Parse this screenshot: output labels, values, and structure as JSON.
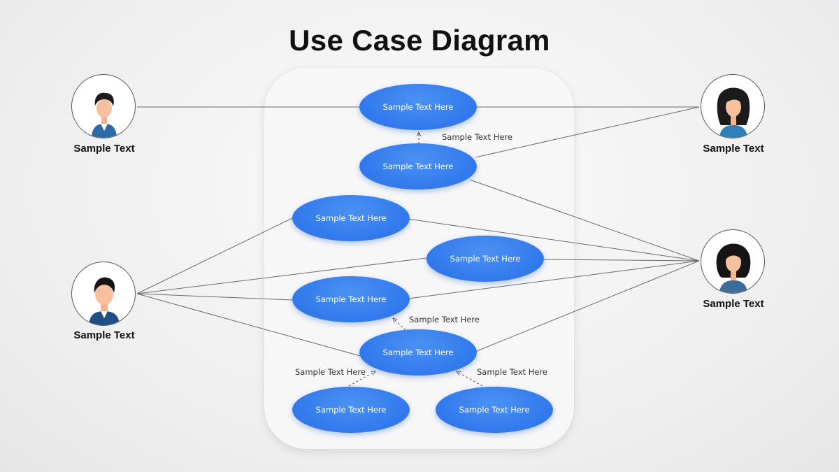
{
  "title": "Use Case Diagram",
  "use_cases": [
    {
      "label": "Sample Text Here"
    },
    {
      "label": "Sample Text Here"
    },
    {
      "label": "Sample Text Here"
    },
    {
      "label": "Sample Text Here"
    },
    {
      "label": "Sample Text Here"
    },
    {
      "label": "Sample Text Here"
    },
    {
      "label": "Sample Text Here"
    },
    {
      "label": "Sample Text Here"
    }
  ],
  "relations": [
    {
      "label": "Sample Text Here"
    },
    {
      "label": "Sample Text Here"
    },
    {
      "label": "Sample Text Here"
    },
    {
      "label": "Sample Text Here"
    }
  ],
  "actors": [
    {
      "label": "Sample Text",
      "icon": "man-avatar-icon"
    },
    {
      "label": "Sample Text",
      "icon": "man-avatar-icon"
    },
    {
      "label": "Sample Text",
      "icon": "woman-avatar-icon"
    },
    {
      "label": "Sample Text",
      "icon": "woman-avatar-icon"
    }
  ],
  "colors": {
    "use_case_fill": "#2f77ec",
    "connector": "#666666",
    "background": "#f0f0f1"
  }
}
